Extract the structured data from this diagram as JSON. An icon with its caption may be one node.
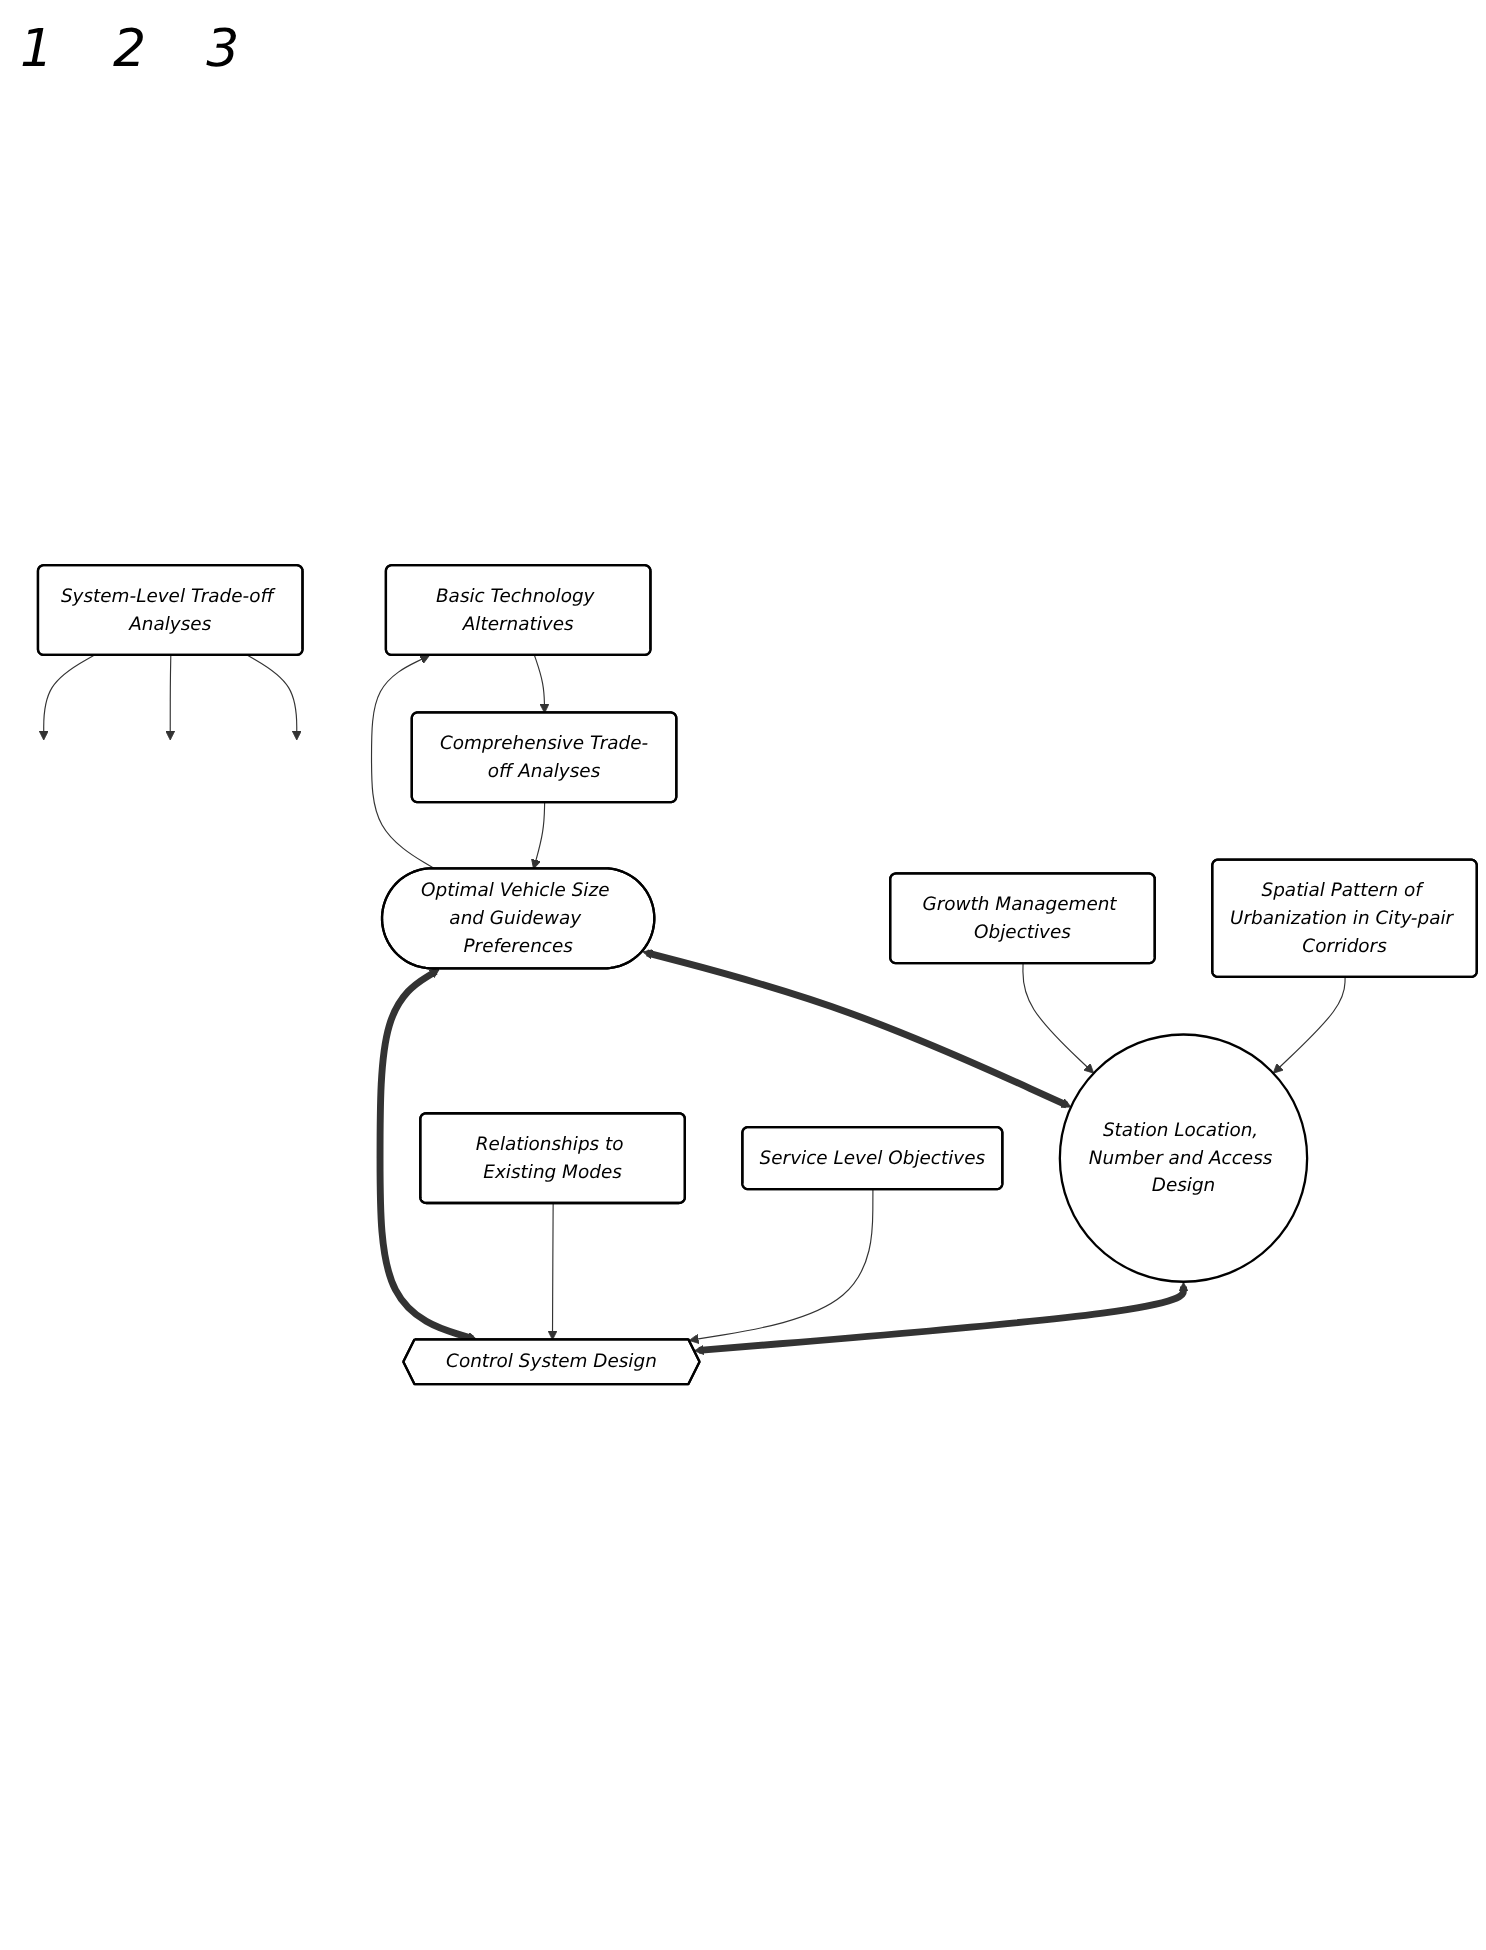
{
  "diagram": {
    "nodes": [
      {
        "text": [
          "Basic Technology Alternatives"
        ]
      },
      {
        "text": [
          "Comprehensive Trade-off Analyses"
        ]
      },
      {
        "text": [
          "Optimal Vehicle Size and Guideway Preferences"
        ]
      },
      {
        "text": [
          "System-Level Trade-off Analyses"
        ]
      },
      {
        "text": [
          "Control System Design"
        ]
      },
      {
        "text": [
          "Station Location, Number and Access Design"
        ]
      },
      {
        "text": [
          "Relationships to Existing Modes"
        ]
      },
      {
        "text": [
          "Service Level Objectives"
        ]
      },
      {
        "text": [
          "Growth Management Objectives"
        ]
      },
      {
        "text": [
          "Spatial Pattern of Urbanization in City-pair Corridors"
        ]
      }
    ],
    "edges": [
      {
        "from": 2,
        "to": 0,
        "arrow": "to"
      },
      {
        "from": 0,
        "to": 1,
        "arrow": "to"
      },
      {
        "from": 1,
        "to": 2,
        "arrow": "to"
      },
      {
        "from": 2,
        "to": 5,
        "arrow": "both",
        "style": "thick"
      },
      {
        "from": 2,
        "to": 4,
        "arrow": "both",
        "style": "thick"
      },
      {
        "from": 3,
        "to": null,
        "arrow": "to"
      },
      {
        "from": 3,
        "to": null,
        "arrow": "to"
      },
      {
        "from": 3,
        "to": null,
        "arrow": "to"
      },
      {
        "from": 5,
        "to": 4,
        "arrow": "both",
        "style": "thick"
      },
      {
        "from": 6,
        "to": 4,
        "arrow": "to"
      },
      {
        "from": 7,
        "to": 4,
        "arrow": "to"
      },
      {
        "from": 8,
        "to": 5,
        "arrow": "to"
      },
      {
        "from": 9,
        "to": 5,
        "arrow": "to"
      }
    ],
    "labels": [
      "1",
      "2",
      "3"
    ]
  }
}
